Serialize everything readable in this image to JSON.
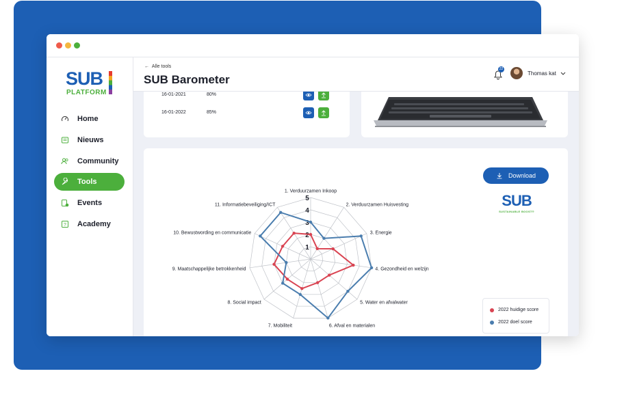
{
  "app": {
    "logo_text": "SUB",
    "logo_subtitle": "PLATFORM"
  },
  "window": {
    "dots": [
      "#ef5b4b",
      "#f4b63f",
      "#4caf3c"
    ]
  },
  "sidebar": {
    "items": [
      {
        "label": "Home",
        "icon": "gauge-icon",
        "active": false
      },
      {
        "label": "Nieuws",
        "icon": "newspaper-icon",
        "active": false
      },
      {
        "label": "Community",
        "icon": "users-icon",
        "active": false
      },
      {
        "label": "Tools",
        "icon": "wrench-icon",
        "active": true
      },
      {
        "label": "Events",
        "icon": "calendar-add-icon",
        "active": false
      },
      {
        "label": "Academy",
        "icon": "question-book-icon",
        "active": false
      }
    ]
  },
  "header": {
    "back_label": "Alle tools",
    "title": "SUB Barometer",
    "notification_count": "22",
    "user_name": "Thomas kat"
  },
  "history": {
    "rows": [
      {
        "date": "16-01-2021",
        "score": "80%"
      },
      {
        "date": "16-01-2022",
        "score": "85%"
      }
    ]
  },
  "chart_panel": {
    "download_label": "Download",
    "brand_logo": "SUB",
    "brand_tagline": "SUSTAINABLE BOOST®"
  },
  "colors": {
    "brand_blue": "#1d5fb4",
    "brand_green": "#4caf3c",
    "current_score": "#d94452",
    "target_score": "#4a7dae"
  },
  "chart_data": {
    "type": "radar",
    "categories": [
      "1. Verduurzamen Inkoop",
      "2. Verduurzamen Huisvesting",
      "3. Energie",
      "4. Gezondheid en welzijn",
      "5. Water en afvalwater",
      "6. Afval en materialen",
      "7. Mobiliteit",
      "8. Social impact",
      "9. Maatschappelijke betrokkenheid",
      "10. Bewustwording en communicatie",
      "11. Informatiebeveiliging/ICT"
    ],
    "rlim": [
      0,
      5
    ],
    "ticks": [
      "1",
      "2",
      "3",
      "4",
      "5"
    ],
    "series": [
      {
        "name": "2022 huidige score",
        "values": [
          2,
          1,
          2,
          3.5,
          2,
          2,
          2.5,
          2.5,
          3,
          2.5,
          2.5
        ],
        "color": "#d94452"
      },
      {
        "name": "2022 doel score",
        "values": [
          3,
          2,
          4.5,
          5,
          4,
          5,
          3,
          3,
          2,
          4.5,
          4.5
        ],
        "color": "#4a7dae"
      }
    ],
    "grid": true
  }
}
